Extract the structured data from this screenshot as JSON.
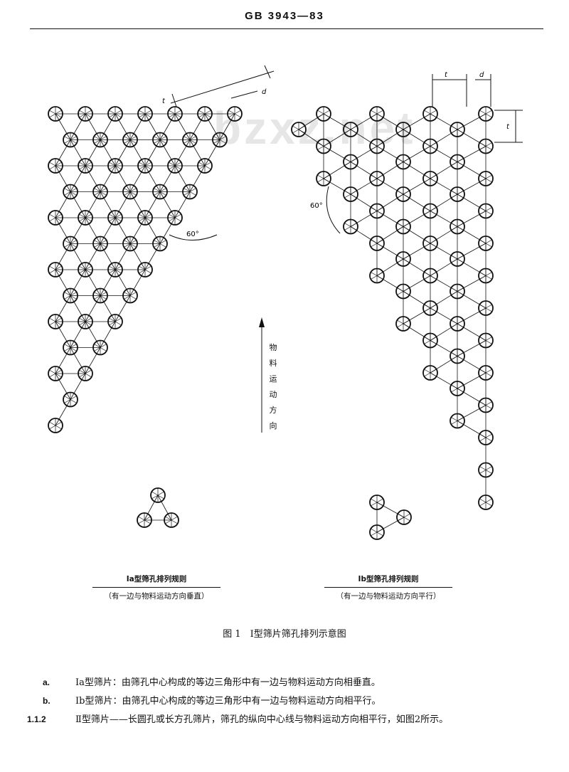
{
  "header": {
    "standard_code": "GB 3943—83"
  },
  "watermark": "bzxz.net",
  "figure": {
    "left_diagram": {
      "angle_label": "60°",
      "dim_t": "t",
      "dim_d": "d"
    },
    "right_diagram": {
      "angle_label": "60°",
      "dim_t_top": "t",
      "dim_d": "d",
      "dim_t_side": "t"
    },
    "direction_label": [
      "物",
      "料",
      "运",
      "动",
      "方",
      "向"
    ],
    "rule_a": {
      "title": "Ⅰa型筛孔排列规则",
      "subtitle": "（有一边与物料运动方向垂直）"
    },
    "rule_b": {
      "title": "Ⅰb型筛孔排列规则",
      "subtitle": "（有一边与物料运动方向平行）"
    },
    "caption": "图 1　Ⅰ型筛片筛孔排列示意图"
  },
  "paragraphs": [
    {
      "num": "a.",
      "text": "Ⅰa型筛片：由筛孔中心构成的等边三角形中有一边与物料运动方向相垂直。"
    },
    {
      "num": "b.",
      "text": "Ⅰb型筛片：由筛孔中心构成的等边三角形中有一边与物料运动方向相平行。"
    },
    {
      "num": "1.1.2",
      "text": "Ⅱ型筛片——长圆孔或长方孔筛片，筛孔的纵向中心线与物料运动方向相平行，如图2所示。"
    }
  ],
  "colors": {
    "ink": "#111111",
    "watermark": "#e6e6e6"
  }
}
